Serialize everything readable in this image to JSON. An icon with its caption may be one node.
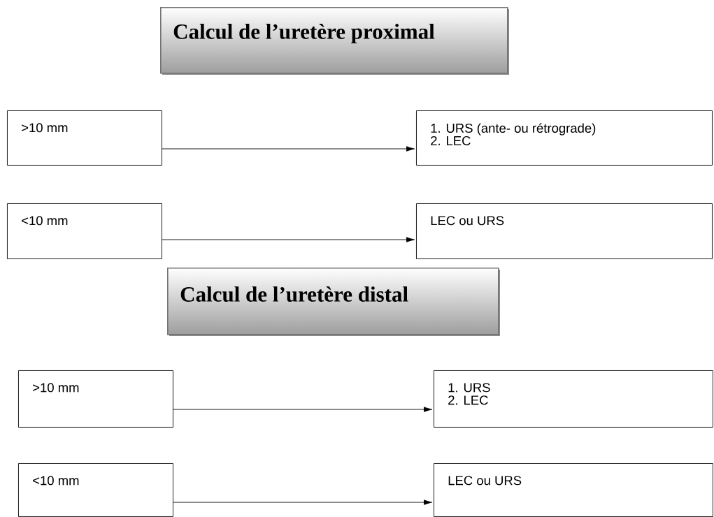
{
  "diagram": {
    "nodes": [
      {
        "text": [
          "Calcul de l’uretère proximal"
        ]
      },
      {
        "text": [
          ">10 mm"
        ]
      },
      {
        "text": [
          "1. URS (ante- ou rétrograde)",
          "2. LEC"
        ]
      },
      {
        "text": [
          "<10 mm"
        ]
      },
      {
        "text": [
          "LEC ou URS"
        ]
      },
      {
        "text": [
          "Calcul de l’uretère distal"
        ]
      },
      {
        "text": [
          ">10 mm"
        ]
      },
      {
        "text": [
          "1. URS",
          "2. LEC"
        ]
      },
      {
        "text": [
          "<10 mm"
        ]
      },
      {
        "text": [
          "LEC ou URS"
        ]
      }
    ],
    "edges": [
      {
        "from": 1,
        "to": 2,
        "arrow": "to"
      },
      {
        "from": 3,
        "to": 4,
        "arrow": "to"
      },
      {
        "from": 6,
        "to": 7,
        "arrow": "to"
      },
      {
        "from": 8,
        "to": 9,
        "arrow": "to"
      }
    ]
  }
}
